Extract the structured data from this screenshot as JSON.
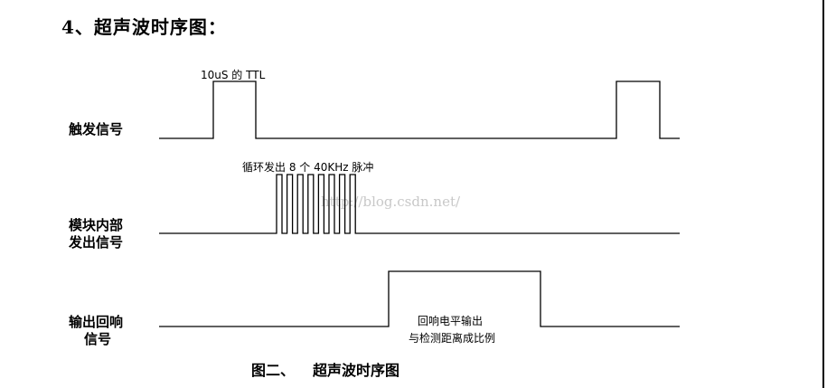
{
  "heading": "4、超声波时序图：",
  "signals": [
    {
      "lines": [
        "触发信号"
      ]
    },
    {
      "lines": [
        "模块内部",
        "发出信号"
      ]
    },
    {
      "lines": [
        "输出回响",
        "信号"
      ]
    }
  ],
  "annotations": {
    "trigger_pulse": "10uS 的 TTL",
    "burst": "循环发出 8 个 40KHz 脉冲",
    "echo_line1": "回响电平输出",
    "echo_line2": "与检测距离成比例"
  },
  "watermark": "http://blog.csdn.net/",
  "caption": {
    "figure": "图二、",
    "title": "超声波时序图"
  },
  "burst_pulse_count": 8
}
